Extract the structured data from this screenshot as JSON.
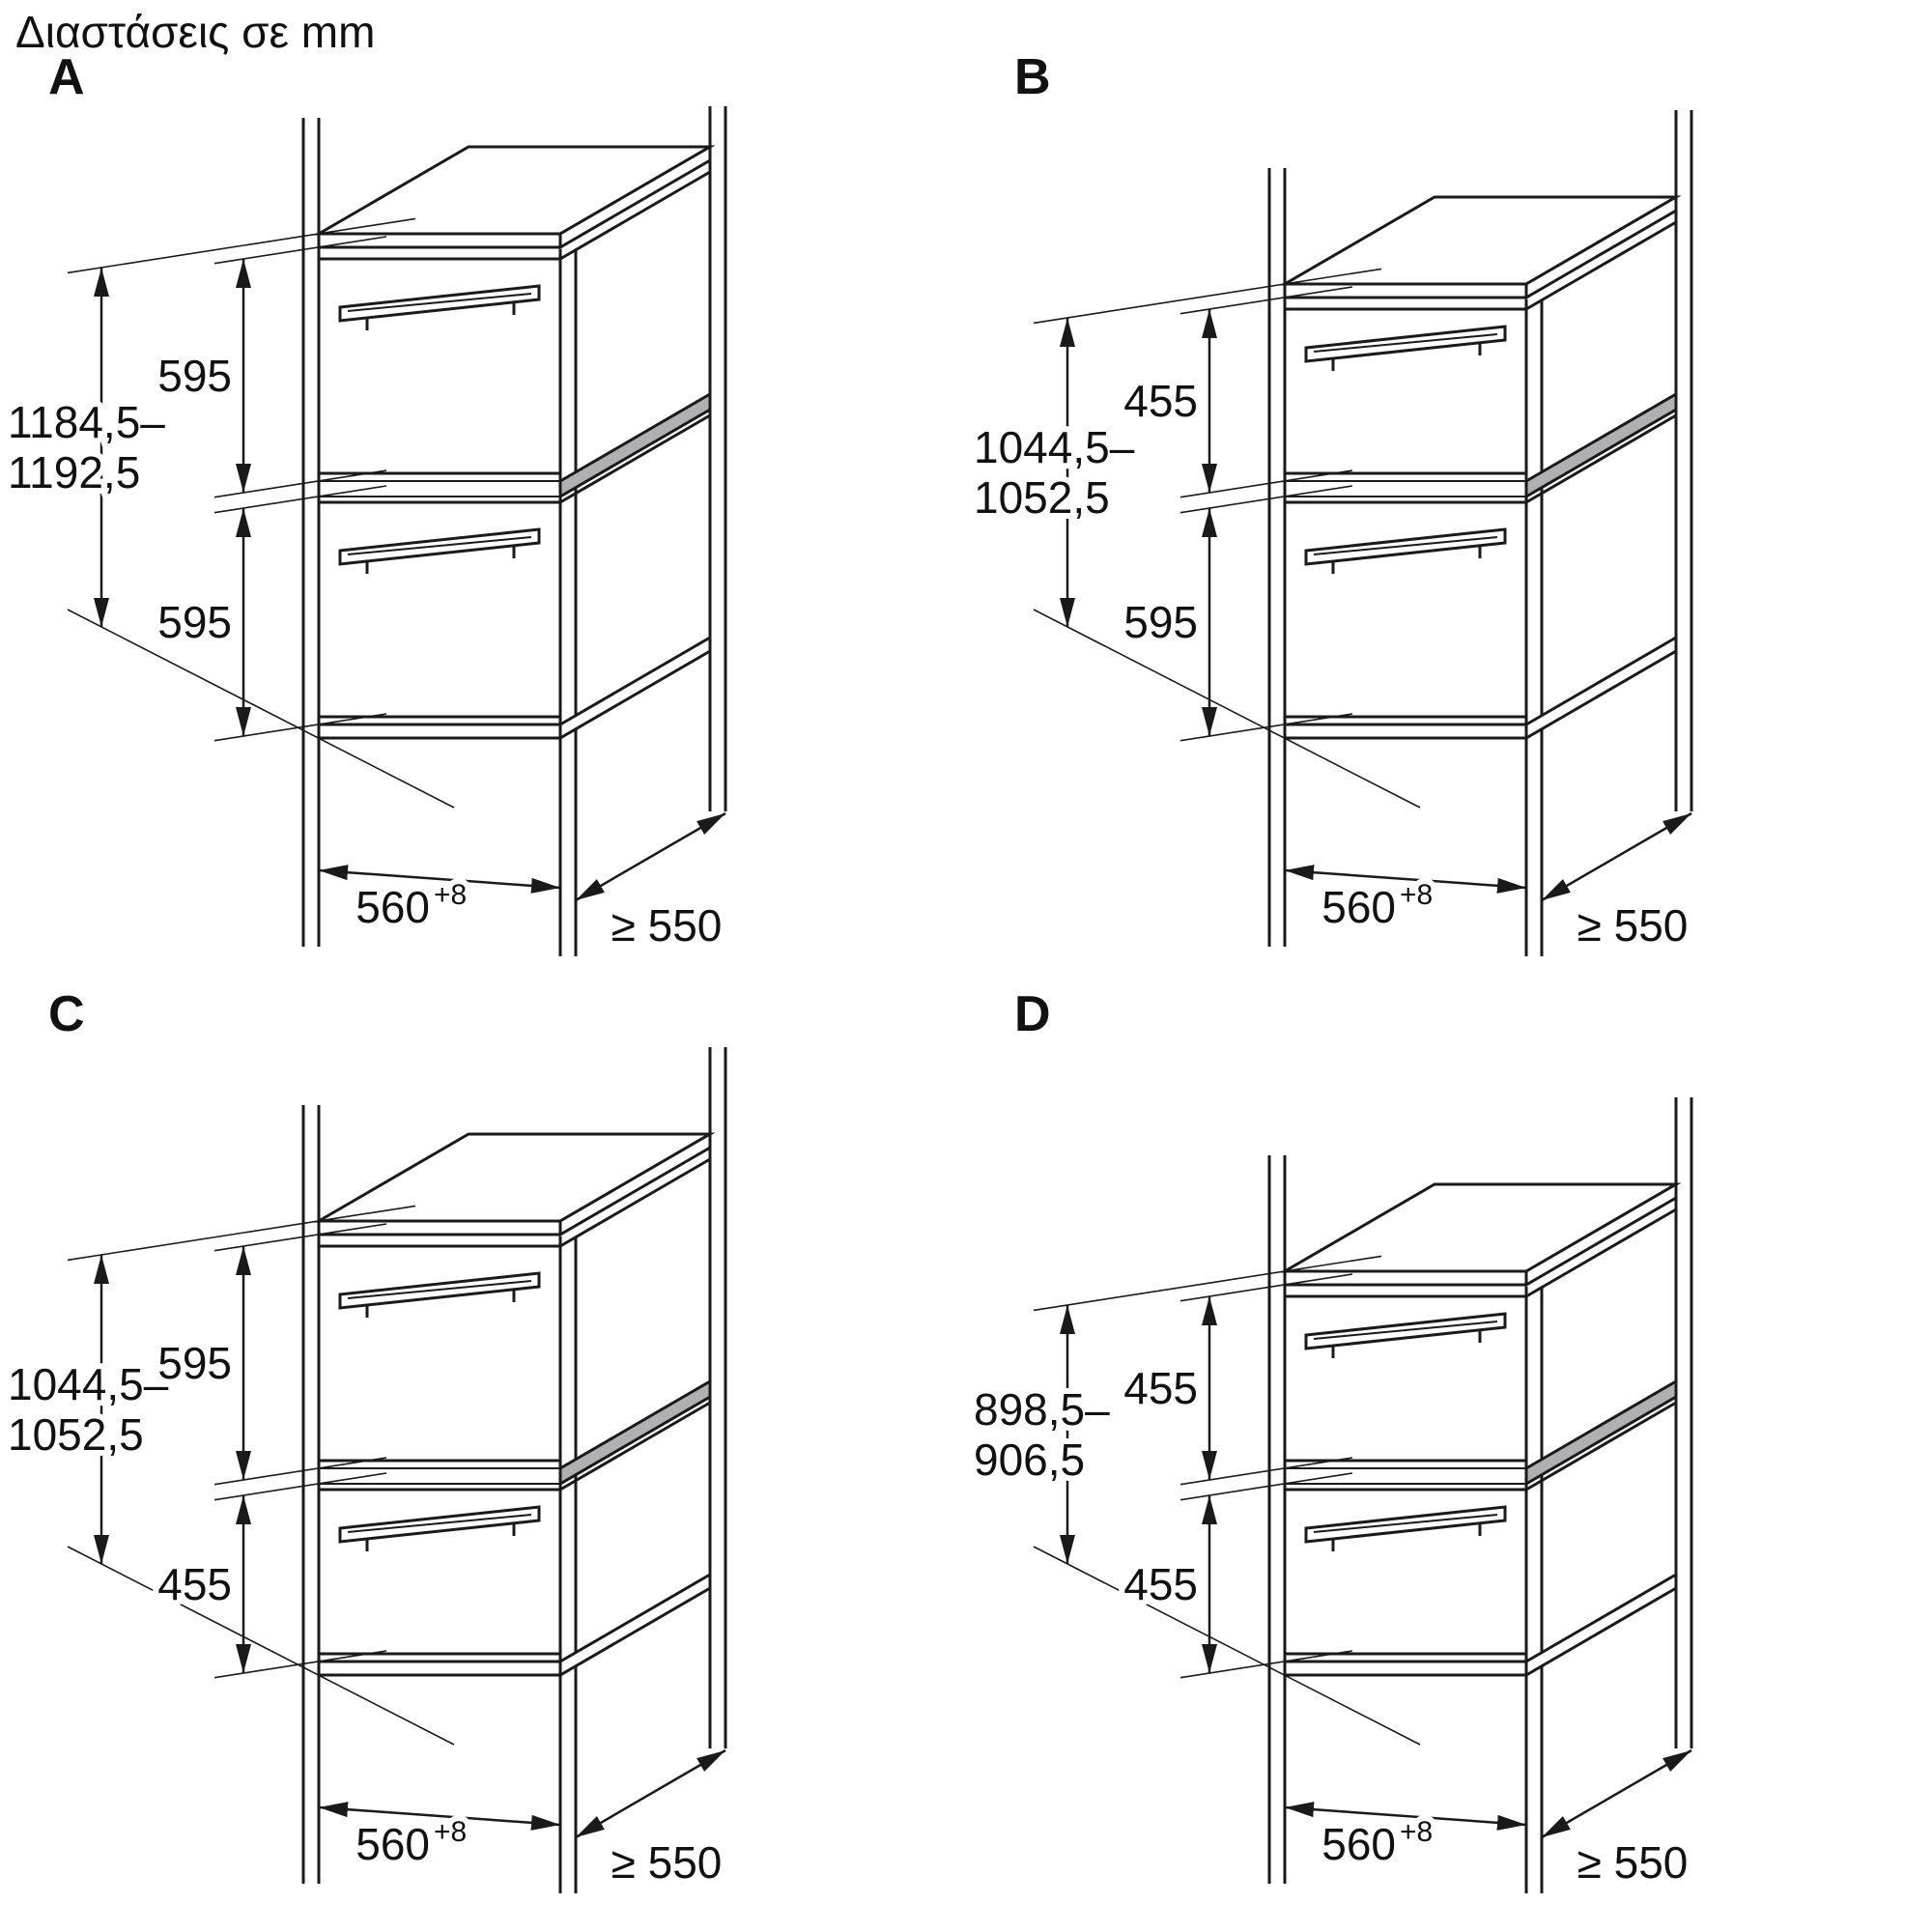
{
  "title": "Διαστάσεις σε mm",
  "panels": [
    {
      "label": "A",
      "total_height_line1": "1184,5–",
      "total_height_line2": "1192,5",
      "upper_height": "595",
      "lower_height": "595",
      "niche_width": "560",
      "niche_width_sup": "+8",
      "min_depth": "≥ 550"
    },
    {
      "label": "B",
      "total_height_line1": "1044,5–",
      "total_height_line2": "1052,5",
      "upper_height": "455",
      "lower_height": "595",
      "niche_width": "560",
      "niche_width_sup": "+8",
      "min_depth": "≥ 550"
    },
    {
      "label": "C",
      "total_height_line1": "1044,5–",
      "total_height_line2": "1052,5",
      "upper_height": "595",
      "lower_height": "455",
      "niche_width": "560",
      "niche_width_sup": "+8",
      "min_depth": "≥ 550"
    },
    {
      "label": "D",
      "total_height_line1": "898,5–",
      "total_height_line2": "906,5",
      "upper_height": "455",
      "lower_height": "455",
      "niche_width": "560",
      "niche_width_sup": "+8",
      "min_depth": "≥ 550"
    }
  ]
}
